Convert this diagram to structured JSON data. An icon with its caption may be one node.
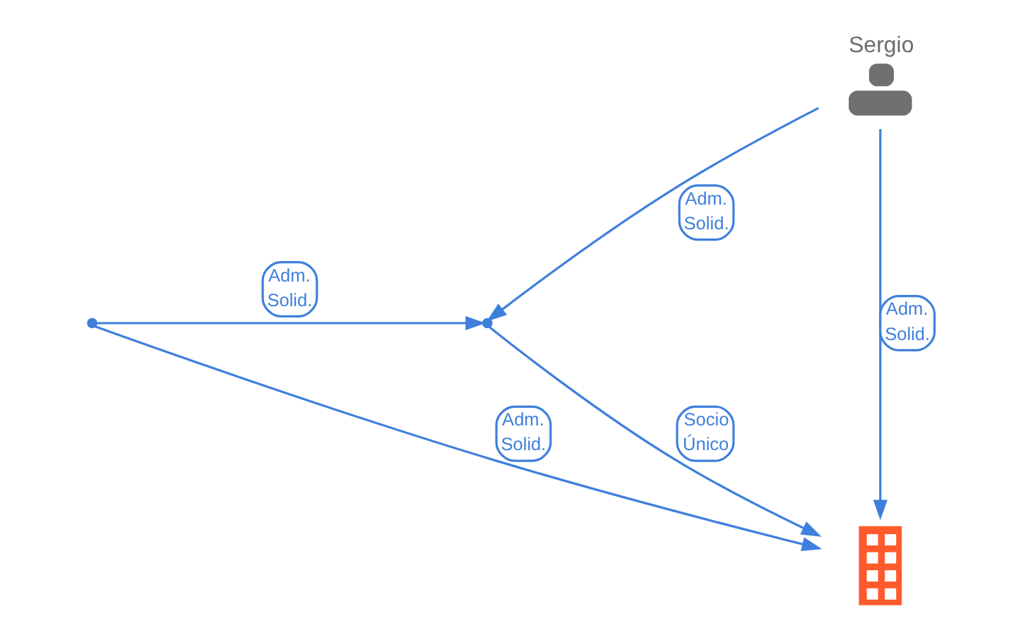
{
  "diagram": {
    "nodes": [
      {
        "text": [
          "Sergio"
        ]
      },
      {
        "text": [],
        "shape": "point"
      },
      {
        "text": [],
        "shape": "point"
      },
      {
        "text": [],
        "shape": "building"
      }
    ],
    "edges": [
      {
        "from": 0,
        "to": 2,
        "arrow": "to",
        "label": "Adm. Solid."
      },
      {
        "from": 0,
        "to": 3,
        "arrow": "to",
        "label": "Adm. Solid."
      },
      {
        "from": 1,
        "to": 2,
        "arrow": "to",
        "label": "Adm. Solid."
      },
      {
        "from": 1,
        "to": 3,
        "arrow": "to",
        "label": "Adm. Solid."
      },
      {
        "from": 2,
        "to": 3,
        "arrow": "to",
        "label": "Socio Único"
      }
    ]
  }
}
